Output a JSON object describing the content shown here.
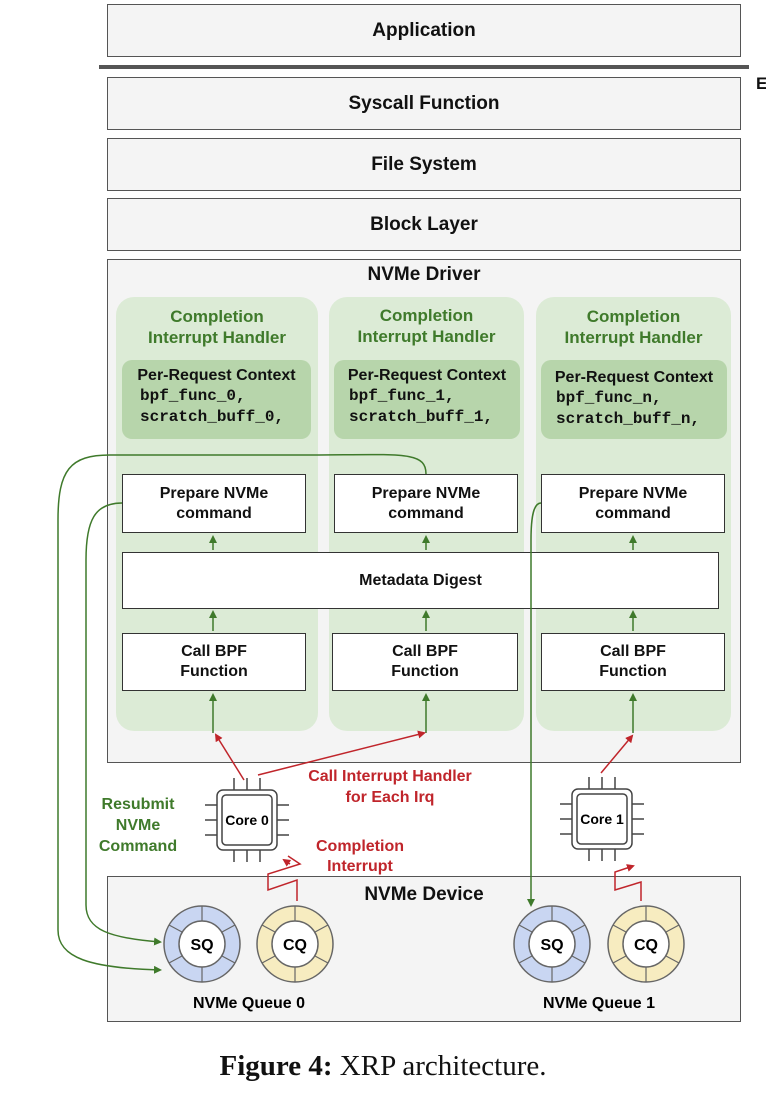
{
  "layers": {
    "application": "Application",
    "syscall": "Syscall Function",
    "file_system": "File System",
    "block_layer": "Block Layer",
    "nvme_driver": "NVMe Driver",
    "nvme_device": "NVMe Device",
    "cut_off_label": "E"
  },
  "handlers": [
    {
      "title_line1": "Completion",
      "title_line2": "Interrupt Handler",
      "context_title": "Per-Request Context",
      "context_func": "bpf_func_0,",
      "context_buff": "scratch_buff_0,",
      "prepare_line1": "Prepare NVMe",
      "prepare_line2": "command",
      "call_line1": "Call BPF",
      "call_line2": "Function"
    },
    {
      "title_line1": "Completion",
      "title_line2": "Interrupt Handler",
      "context_title": "Per-Request Context",
      "context_func": "bpf_func_1,",
      "context_buff": "scratch_buff_1,",
      "prepare_line1": "Prepare NVMe",
      "prepare_line2": "command",
      "call_line1": "Call BPF",
      "call_line2": "Function"
    },
    {
      "title_line1": "Completion",
      "title_line2": "Interrupt Handler",
      "context_title": "Per-Request Context",
      "context_func": "bpf_func_n,",
      "context_buff": "scratch_buff_n,",
      "prepare_line1": "Prepare NVMe",
      "prepare_line2": "command",
      "call_line1": "Call BPF",
      "call_line2": "Function"
    }
  ],
  "metadata_digest": "Metadata Digest",
  "cores": [
    "Core 0",
    "Core 1"
  ],
  "annotations": {
    "call_interrupt_line1": "Call Interrupt Handler",
    "call_interrupt_line2": "for Each Irq",
    "completion_interrupt_line1": "Completion",
    "completion_interrupt_line2": "Interrupt",
    "resubmit_line1": "Resubmit",
    "resubmit_line2": "NVMe",
    "resubmit_line3": "Command"
  },
  "queues": [
    {
      "sq": "SQ",
      "cq": "CQ",
      "name": "NVMe Queue 0"
    },
    {
      "sq": "SQ",
      "cq": "CQ",
      "name": "NVMe Queue 1"
    }
  ],
  "caption": {
    "prefix": "Figure 4:",
    "text": " XRP architecture."
  },
  "colors": {
    "green": "#3f7a2b",
    "red": "#c0252b",
    "sq_fill": "#c9d6f2",
    "cq_fill": "#f7ecc0"
  }
}
